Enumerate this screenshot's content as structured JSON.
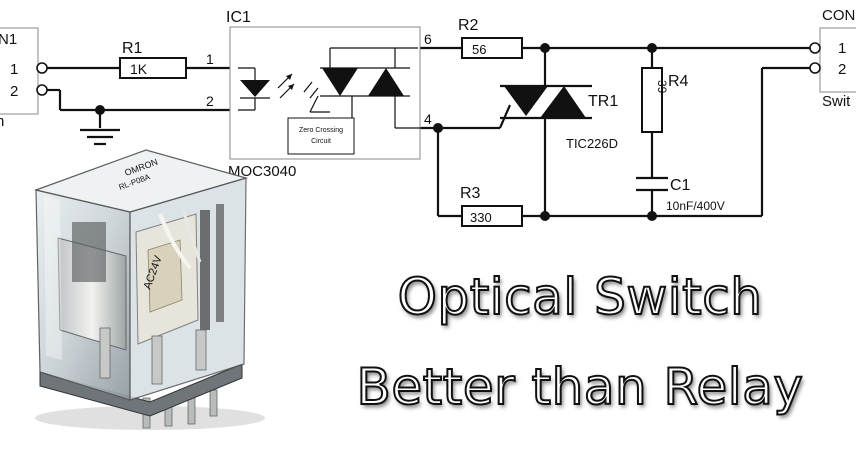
{
  "schematic": {
    "ic1": {
      "ref": "IC1",
      "part": "MOC3040",
      "pin1": "1",
      "pin2": "2",
      "pin4": "4",
      "pin6": "6",
      "zero_crossing": [
        "Zero Crossing",
        "Circuit"
      ]
    },
    "input_connector": {
      "ref": "N1",
      "pin1": "1",
      "pin2": "2",
      "sub_label": "n"
    },
    "output_connector": {
      "ref": "CON",
      "pin1": "1",
      "pin2": "2",
      "sub_label": "Swit"
    },
    "r1": {
      "ref": "R1",
      "value": "1K"
    },
    "r2": {
      "ref": "R2",
      "value": "56"
    },
    "r3": {
      "ref": "R3",
      "value": "330"
    },
    "r4": {
      "ref": "R4",
      "value": "39"
    },
    "c1": {
      "ref": "C1",
      "value": "10nF/400V"
    },
    "tr1": {
      "ref": "TR1",
      "part": "TIC226D"
    }
  },
  "relay": {
    "markings": [
      "OMRON",
      "RL-P08A",
      "AC24V"
    ]
  },
  "headline": {
    "line1": "Optical Switch",
    "line2": "Better than Relay"
  }
}
